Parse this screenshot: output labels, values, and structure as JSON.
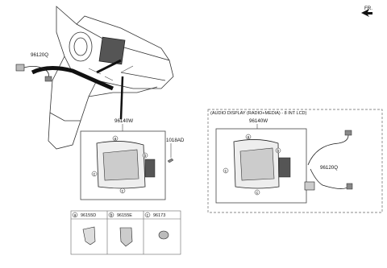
{
  "direction_label": "FR.",
  "top_connector_part": "96120Q",
  "main_unit_part_top": "96140W",
  "bolt_part": "1018AD",
  "callout_a": "a",
  "callout_b": "b",
  "callout_c": "c",
  "panel_title": "(AUDIO DISPLAY (RADIO+MEDIA) - 8 INT LCD)",
  "panel_unit_part": "96140W",
  "panel_connector_part": "96120Q",
  "legend": [
    {
      "letter": "a",
      "part": "96155D"
    },
    {
      "letter": "b",
      "part": "96155E"
    },
    {
      "letter": "c",
      "part": "96173"
    }
  ]
}
